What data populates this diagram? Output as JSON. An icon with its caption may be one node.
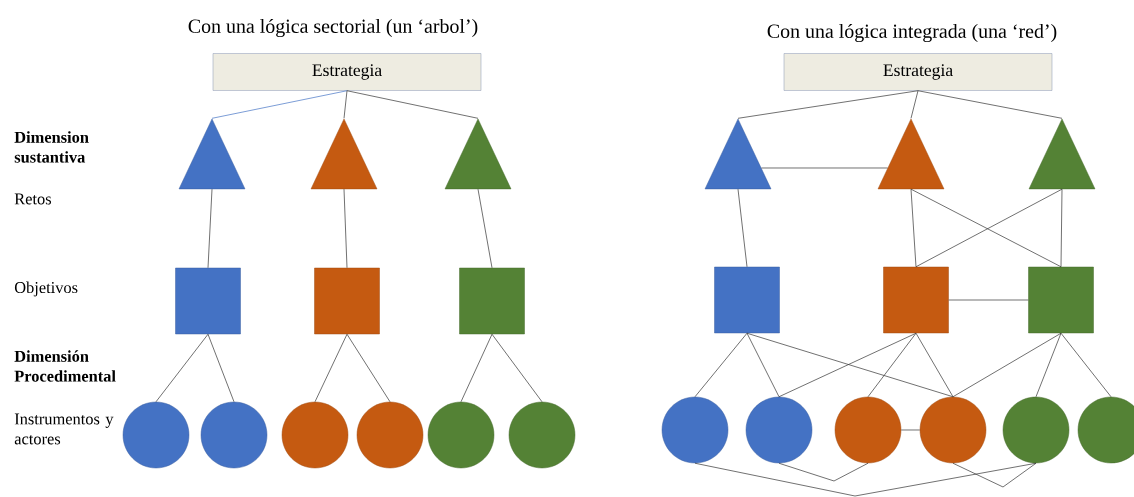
{
  "diagram": {
    "nodes": [
      {
        "text": [
          "Estrategia"
        ]
      },
      {
        "text": [],
        "shape": "triangle"
      },
      {
        "text": [],
        "shape": "triangle"
      },
      {
        "text": [],
        "shape": "triangle"
      },
      {
        "text": [],
        "shape": "box"
      },
      {
        "text": [],
        "shape": "box"
      },
      {
        "text": [],
        "shape": "box"
      },
      {
        "text": [],
        "shape": "circle"
      },
      {
        "text": [],
        "shape": "circle"
      },
      {
        "text": [],
        "shape": "circle"
      },
      {
        "text": [],
        "shape": "circle"
      },
      {
        "text": [],
        "shape": "circle"
      },
      {
        "text": [],
        "shape": "circle"
      },
      {
        "text": [
          "Estrategia"
        ]
      },
      {
        "text": [],
        "shape": "triangle"
      },
      {
        "text": [],
        "shape": "triangle"
      },
      {
        "text": [],
        "shape": "triangle"
      },
      {
        "text": [],
        "shape": "box"
      },
      {
        "text": [],
        "shape": "box"
      },
      {
        "text": [],
        "shape": "box"
      },
      {
        "text": [],
        "shape": "circle"
      },
      {
        "text": [],
        "shape": "circle"
      },
      {
        "text": [],
        "shape": "circle"
      },
      {
        "text": [],
        "shape": "circle"
      },
      {
        "text": [],
        "shape": "circle"
      },
      {
        "text": [],
        "shape": "circle"
      }
    ],
    "edges": [
      {
        "from": 0,
        "to": 1,
        "arrow": "none",
        "color": "#4472c4"
      },
      {
        "from": 0,
        "to": 2,
        "arrow": "none"
      },
      {
        "from": 0,
        "to": 3,
        "arrow": "none"
      },
      {
        "from": 1,
        "to": 4,
        "arrow": "none"
      },
      {
        "from": 2,
        "to": 5,
        "arrow": "none"
      },
      {
        "from": 3,
        "to": 6,
        "arrow": "none"
      },
      {
        "from": 4,
        "to": 7,
        "arrow": "none"
      },
      {
        "from": 4,
        "to": 8,
        "arrow": "none"
      },
      {
        "from": 5,
        "to": 9,
        "arrow": "none"
      },
      {
        "from": 5,
        "to": 10,
        "arrow": "none"
      },
      {
        "from": 6,
        "to": 11,
        "arrow": "none"
      },
      {
        "from": 6,
        "to": 12,
        "arrow": "none"
      },
      {
        "from": 13,
        "to": 14,
        "arrow": "none"
      },
      {
        "from": 13,
        "to": 15,
        "arrow": "none"
      },
      {
        "from": 13,
        "to": 16,
        "arrow": "none"
      },
      {
        "from": 14,
        "to": 15,
        "arrow": "none"
      },
      {
        "from": 14,
        "to": 17,
        "arrow": "none"
      },
      {
        "from": 15,
        "to": 18,
        "arrow": "none"
      },
      {
        "from": 15,
        "to": 19,
        "arrow": "none"
      },
      {
        "from": 16,
        "to": 18,
        "arrow": "none"
      },
      {
        "from": 16,
        "to": 19,
        "arrow": "none"
      },
      {
        "from": 18,
        "to": 19,
        "arrow": "none"
      },
      {
        "from": 17,
        "to": 20,
        "arrow": "none"
      },
      {
        "from": 17,
        "to": 21,
        "arrow": "none"
      },
      {
        "from": 17,
        "to": 23,
        "arrow": "none"
      },
      {
        "from": 18,
        "to": 21,
        "arrow": "none"
      },
      {
        "from": 18,
        "to": 22,
        "arrow": "none"
      },
      {
        "from": 18,
        "to": 23,
        "arrow": "none"
      },
      {
        "from": 19,
        "to": 23,
        "arrow": "none"
      },
      {
        "from": 19,
        "to": 24,
        "arrow": "none"
      },
      {
        "from": 19,
        "to": 25,
        "arrow": "none"
      },
      {
        "from": 22,
        "to": 23,
        "arrow": "none"
      },
      {
        "from": 21,
        "to": 22,
        "arrow": "none"
      },
      {
        "from": 23,
        "to": 24,
        "arrow": "none"
      },
      {
        "from": 20,
        "to": 24,
        "arrow": "none"
      }
    ],
    "labels": [
      "Con una lógica sectorial (un ‘arbol’)",
      "Con una lógica integrada (una ‘red’)",
      "Dimension sustantiva",
      "Retos",
      "Objetivos",
      "Dimensión Procedimental",
      "Instrumentos y actores"
    ]
  }
}
